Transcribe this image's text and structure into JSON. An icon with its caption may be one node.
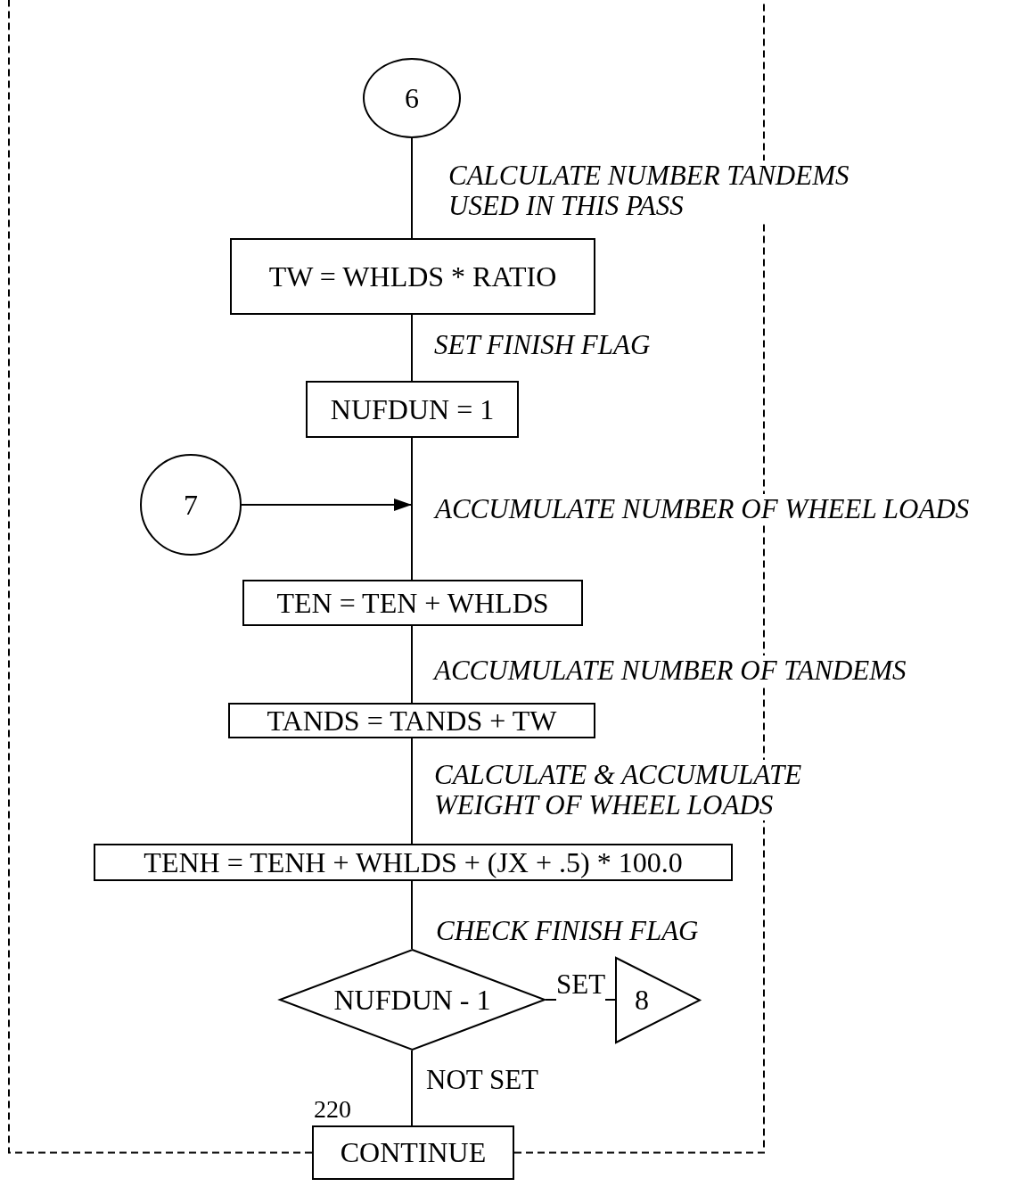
{
  "diagram": {
    "nodes": [
      {
        "text": [
          "6"
        ]
      },
      {
        "text": [
          "TW = WHLDS * RATIO"
        ]
      },
      {
        "text": [
          "NUFDUN = 1"
        ]
      },
      {
        "text": [
          "7"
        ]
      },
      {
        "text": [
          "TEN = TEN + WHLDS"
        ]
      },
      {
        "text": [
          "TANDS = TANDS + TW"
        ]
      },
      {
        "text": [
          "TENH = TENH + WHLDS + (JX + .5) * 100.0"
        ]
      },
      {
        "text": [
          "NUFDUN - 1"
        ]
      },
      {
        "text": [
          "8"
        ]
      },
      {
        "text": [
          "CONTINUE"
        ],
        "beside": [
          "220"
        ]
      }
    ],
    "edges": [
      {
        "from": 0,
        "to": 1,
        "arrow": "none"
      },
      {
        "from": 1,
        "to": 2,
        "arrow": "none"
      },
      {
        "from": 2,
        "to": 4,
        "arrow": "none"
      },
      {
        "from": 3,
        "to": null,
        "arrow": "to"
      },
      {
        "from": 4,
        "to": 5,
        "arrow": "none"
      },
      {
        "from": 5,
        "to": 6,
        "arrow": "none"
      },
      {
        "from": 6,
        "to": 7,
        "arrow": "none"
      },
      {
        "from": 7,
        "to": 8,
        "arrow": "none",
        "label": "SET"
      },
      {
        "from": 7,
        "to": 9,
        "arrow": "none",
        "label": "NOT SET"
      },
      {
        "from": 9,
        "to": null,
        "arrow": "none",
        "style": "dashed"
      },
      {
        "from": 9,
        "to": null,
        "arrow": "none",
        "style": "dashed"
      }
    ],
    "labels": [
      "CALCULATE NUMBER TANDEMS USED IN THIS PASS",
      "SET FINISH FLAG",
      "ACCUMULATE NUMBER OF WHEEL LOADS",
      "ACCUMULATE NUMBER OF TANDEMS",
      "CALCULATE & ACCUMULATE WEIGHT OF WHEEL LOADS",
      "CHECK  FINISH FLAG"
    ]
  }
}
